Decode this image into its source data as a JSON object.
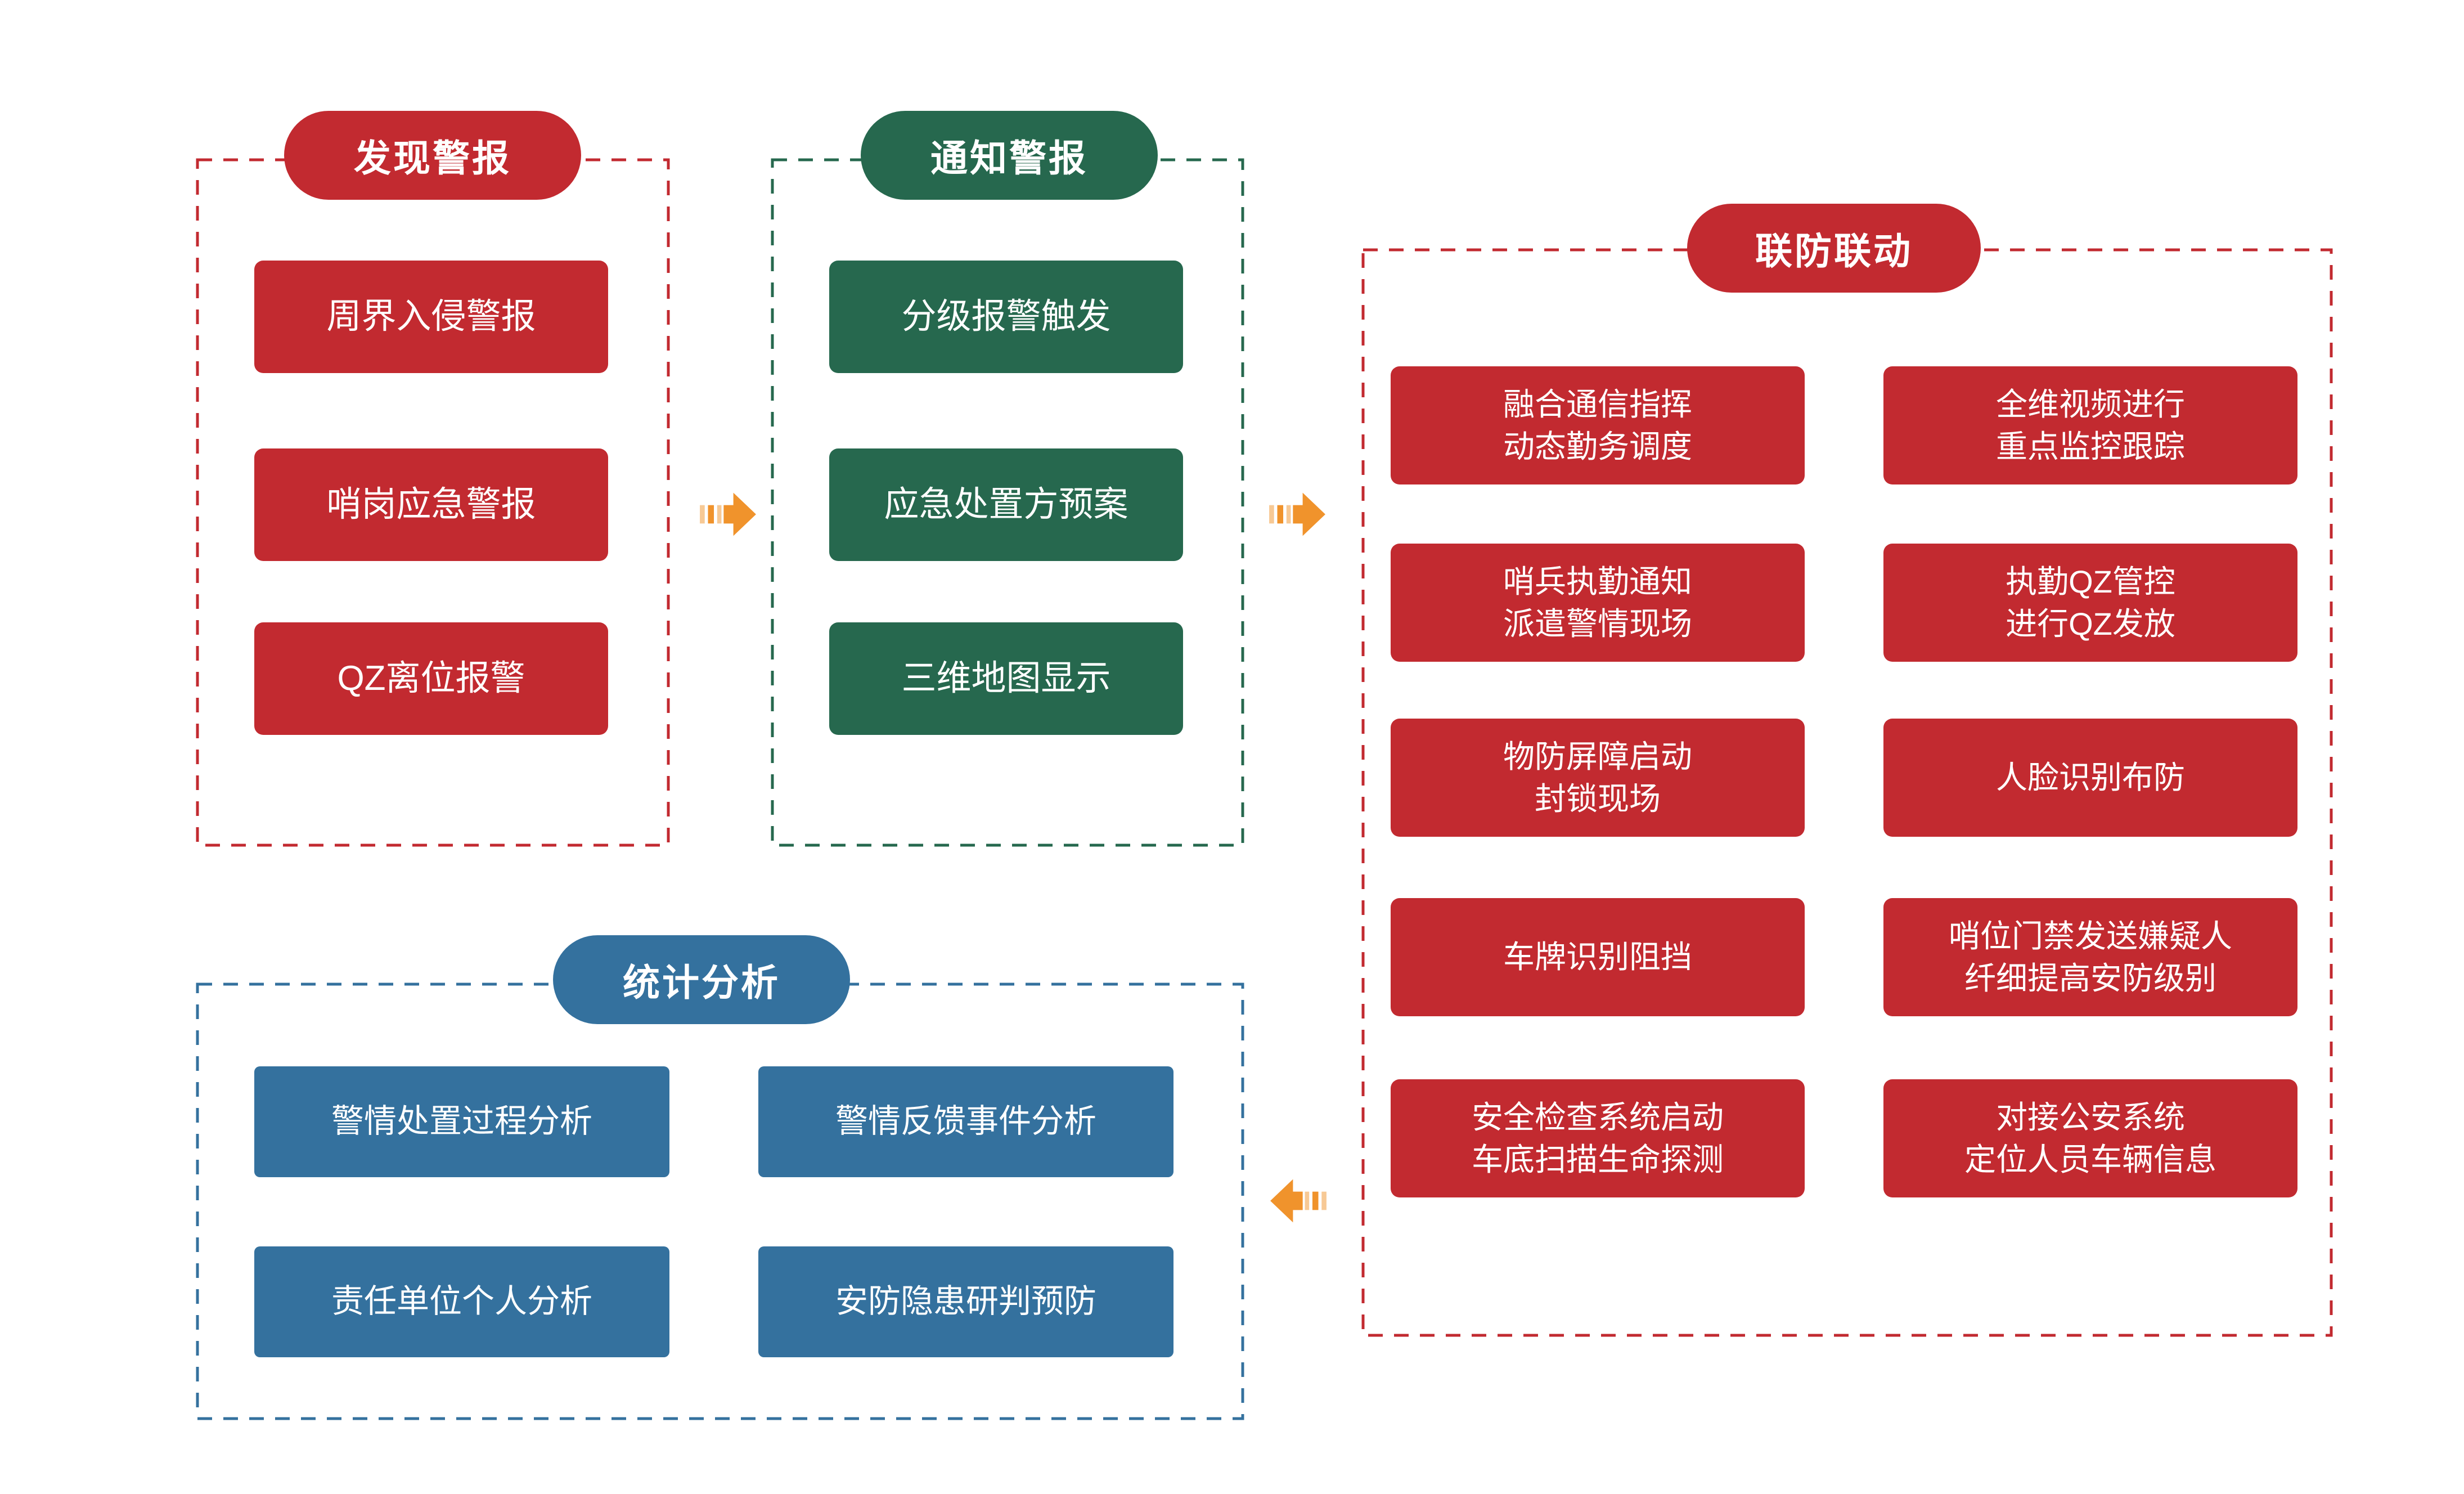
{
  "diagram": {
    "colors": {
      "red": "#C22A30",
      "green": "#26684E",
      "blue": "#34719E",
      "orange": "#F0932C",
      "background": "#FFFFFF",
      "text": "#FFFFFF"
    },
    "sections": {
      "discover": {
        "title": "发现警报",
        "items": [
          {
            "lines": [
              "周界入侵警报"
            ]
          },
          {
            "lines": [
              "哨岗应急警报"
            ]
          },
          {
            "lines": [
              "QZ离位报警"
            ]
          }
        ]
      },
      "notify": {
        "title": "通知警报",
        "items": [
          {
            "lines": [
              "分级报警触发"
            ]
          },
          {
            "lines": [
              "应急处置方预案"
            ]
          },
          {
            "lines": [
              "三维地图显示"
            ]
          }
        ]
      },
      "joint": {
        "title": "联防联动",
        "items": [
          {
            "lines": [
              "融合通信指挥",
              "动态勤务调度"
            ]
          },
          {
            "lines": [
              "全维视频进行",
              "重点监控跟踪"
            ]
          },
          {
            "lines": [
              "哨兵执勤通知",
              "派遣警情现场"
            ]
          },
          {
            "lines": [
              "执勤QZ管控",
              "进行QZ发放"
            ]
          },
          {
            "lines": [
              "物防屏障启动",
              "封锁现场"
            ]
          },
          {
            "lines": [
              "人脸识别布防"
            ]
          },
          {
            "lines": [
              "车牌识别阻挡"
            ]
          },
          {
            "lines": [
              "哨位门禁发送嫌疑人",
              "纤细提高安防级别"
            ]
          },
          {
            "lines": [
              "安全检查系统启动",
              "车底扫描生命探测"
            ]
          },
          {
            "lines": [
              "对接公安系统",
              "定位人员车辆信息"
            ]
          }
        ]
      },
      "stats": {
        "title": "统计分析",
        "items": [
          {
            "lines": [
              "警情处置过程分析"
            ]
          },
          {
            "lines": [
              "警情反馈事件分析"
            ]
          },
          {
            "lines": [
              "责任单位个人分析"
            ]
          },
          {
            "lines": [
              "安防隐患研判预防"
            ]
          }
        ]
      }
    }
  }
}
